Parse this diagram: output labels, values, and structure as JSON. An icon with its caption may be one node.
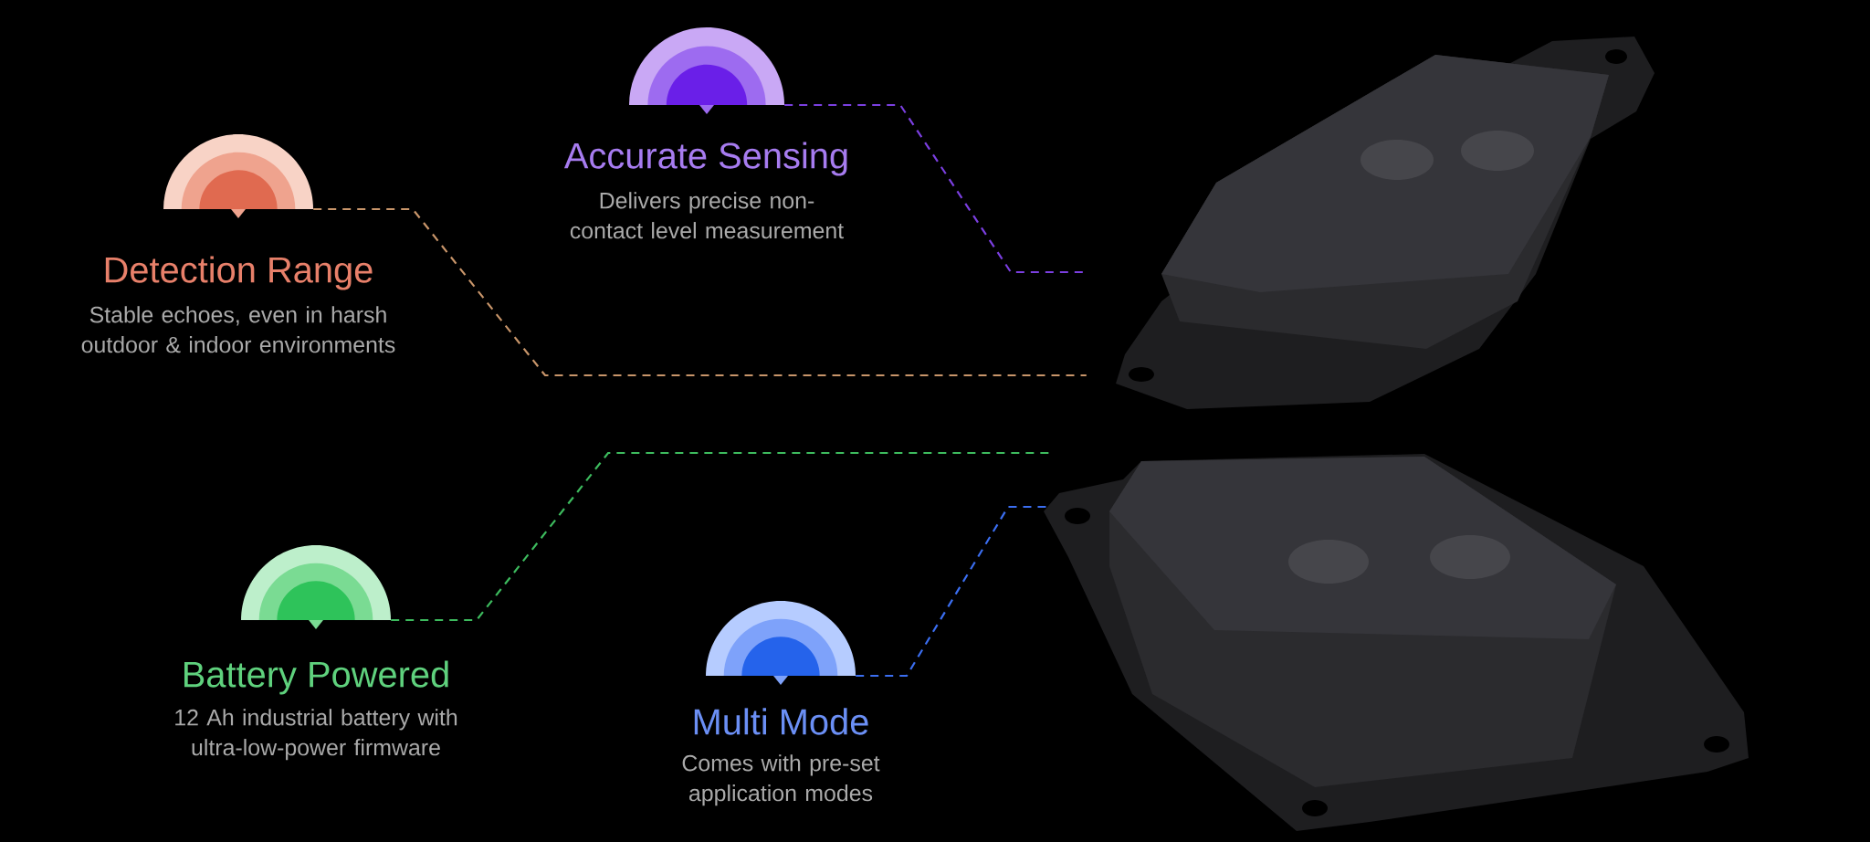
{
  "diagram": {
    "nodes": [
      {
        "text": [],
        "shape": "semicircle",
        "beside": [
          "Accurate Sensing",
          "Delivers precise non-contact level measurement"
        ]
      },
      {
        "text": [],
        "shape": "semicircle",
        "beside": [
          "Detection Range",
          "Stable echoes, even in harsh outdoor & indoor environments"
        ]
      },
      {
        "text": [],
        "shape": "semicircle",
        "beside": [
          "Battery Powered",
          "12 Ah industrial battery with ultra-low-power firmware"
        ]
      },
      {
        "text": [],
        "shape": "semicircle",
        "beside": [
          "Multi Mode",
          "Comes with pre-set application modes"
        ]
      },
      {
        "text": [],
        "shape": "picture"
      },
      {
        "text": [],
        "shape": "picture"
      }
    ],
    "edges": [
      {
        "from": 0,
        "to": 4,
        "arrow": "none",
        "style": "dashed",
        "color": "#7b3fe0"
      },
      {
        "from": 1,
        "to": 4,
        "arrow": "none",
        "style": "dashed",
        "color": "#c8956a"
      },
      {
        "from": 2,
        "to": 5,
        "arrow": "none",
        "style": "dashed",
        "color": "#3dbb5e"
      },
      {
        "from": 3,
        "to": 5,
        "arrow": "none",
        "style": "dashed",
        "color": "#3b6ef0"
      }
    ]
  }
}
